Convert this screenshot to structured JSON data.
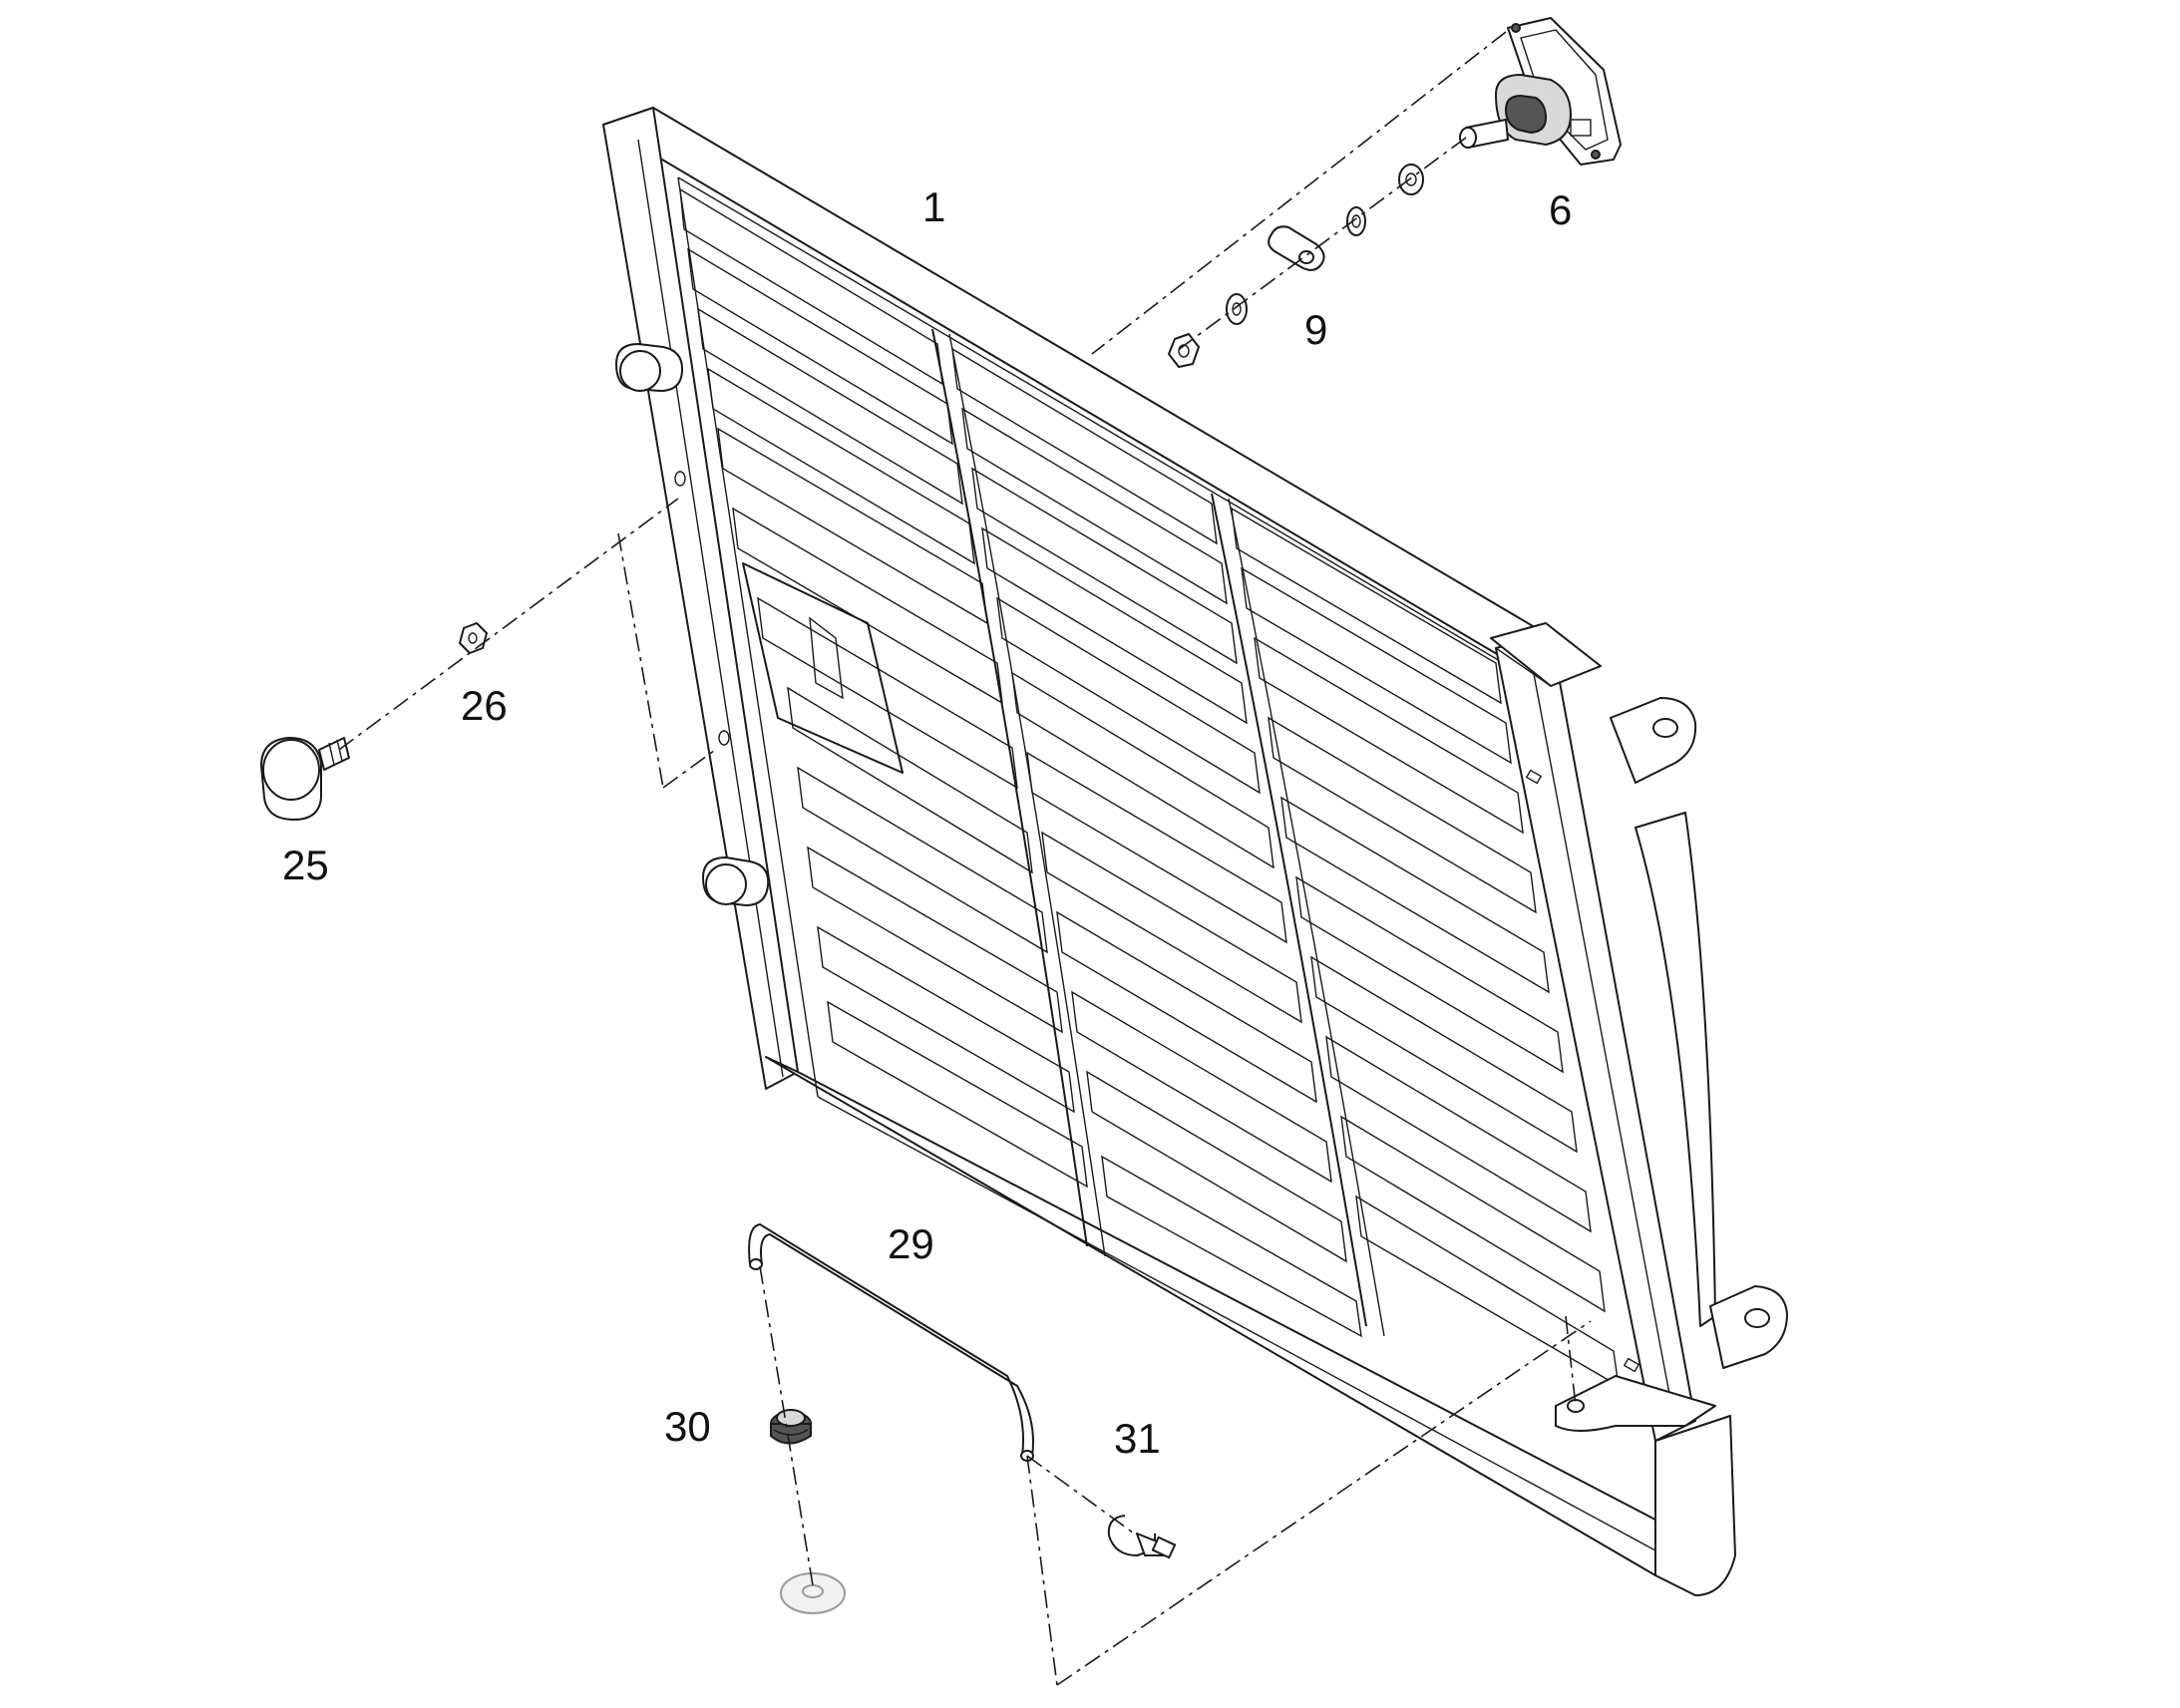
{
  "diagram": {
    "type": "exploded-parts-diagram",
    "callouts": [
      {
        "id": "part-1",
        "label": "1"
      },
      {
        "id": "part-6",
        "label": "6"
      },
      {
        "id": "part-9",
        "label": "9"
      },
      {
        "id": "part-25",
        "label": "25"
      },
      {
        "id": "part-26",
        "label": "26"
      },
      {
        "id": "part-29",
        "label": "29"
      },
      {
        "id": "part-30",
        "label": "30"
      },
      {
        "id": "part-31",
        "label": "31"
      }
    ],
    "colors": {
      "line": "#1a1a1a",
      "background": "#ffffff",
      "shade": "#d9d9d9"
    }
  }
}
